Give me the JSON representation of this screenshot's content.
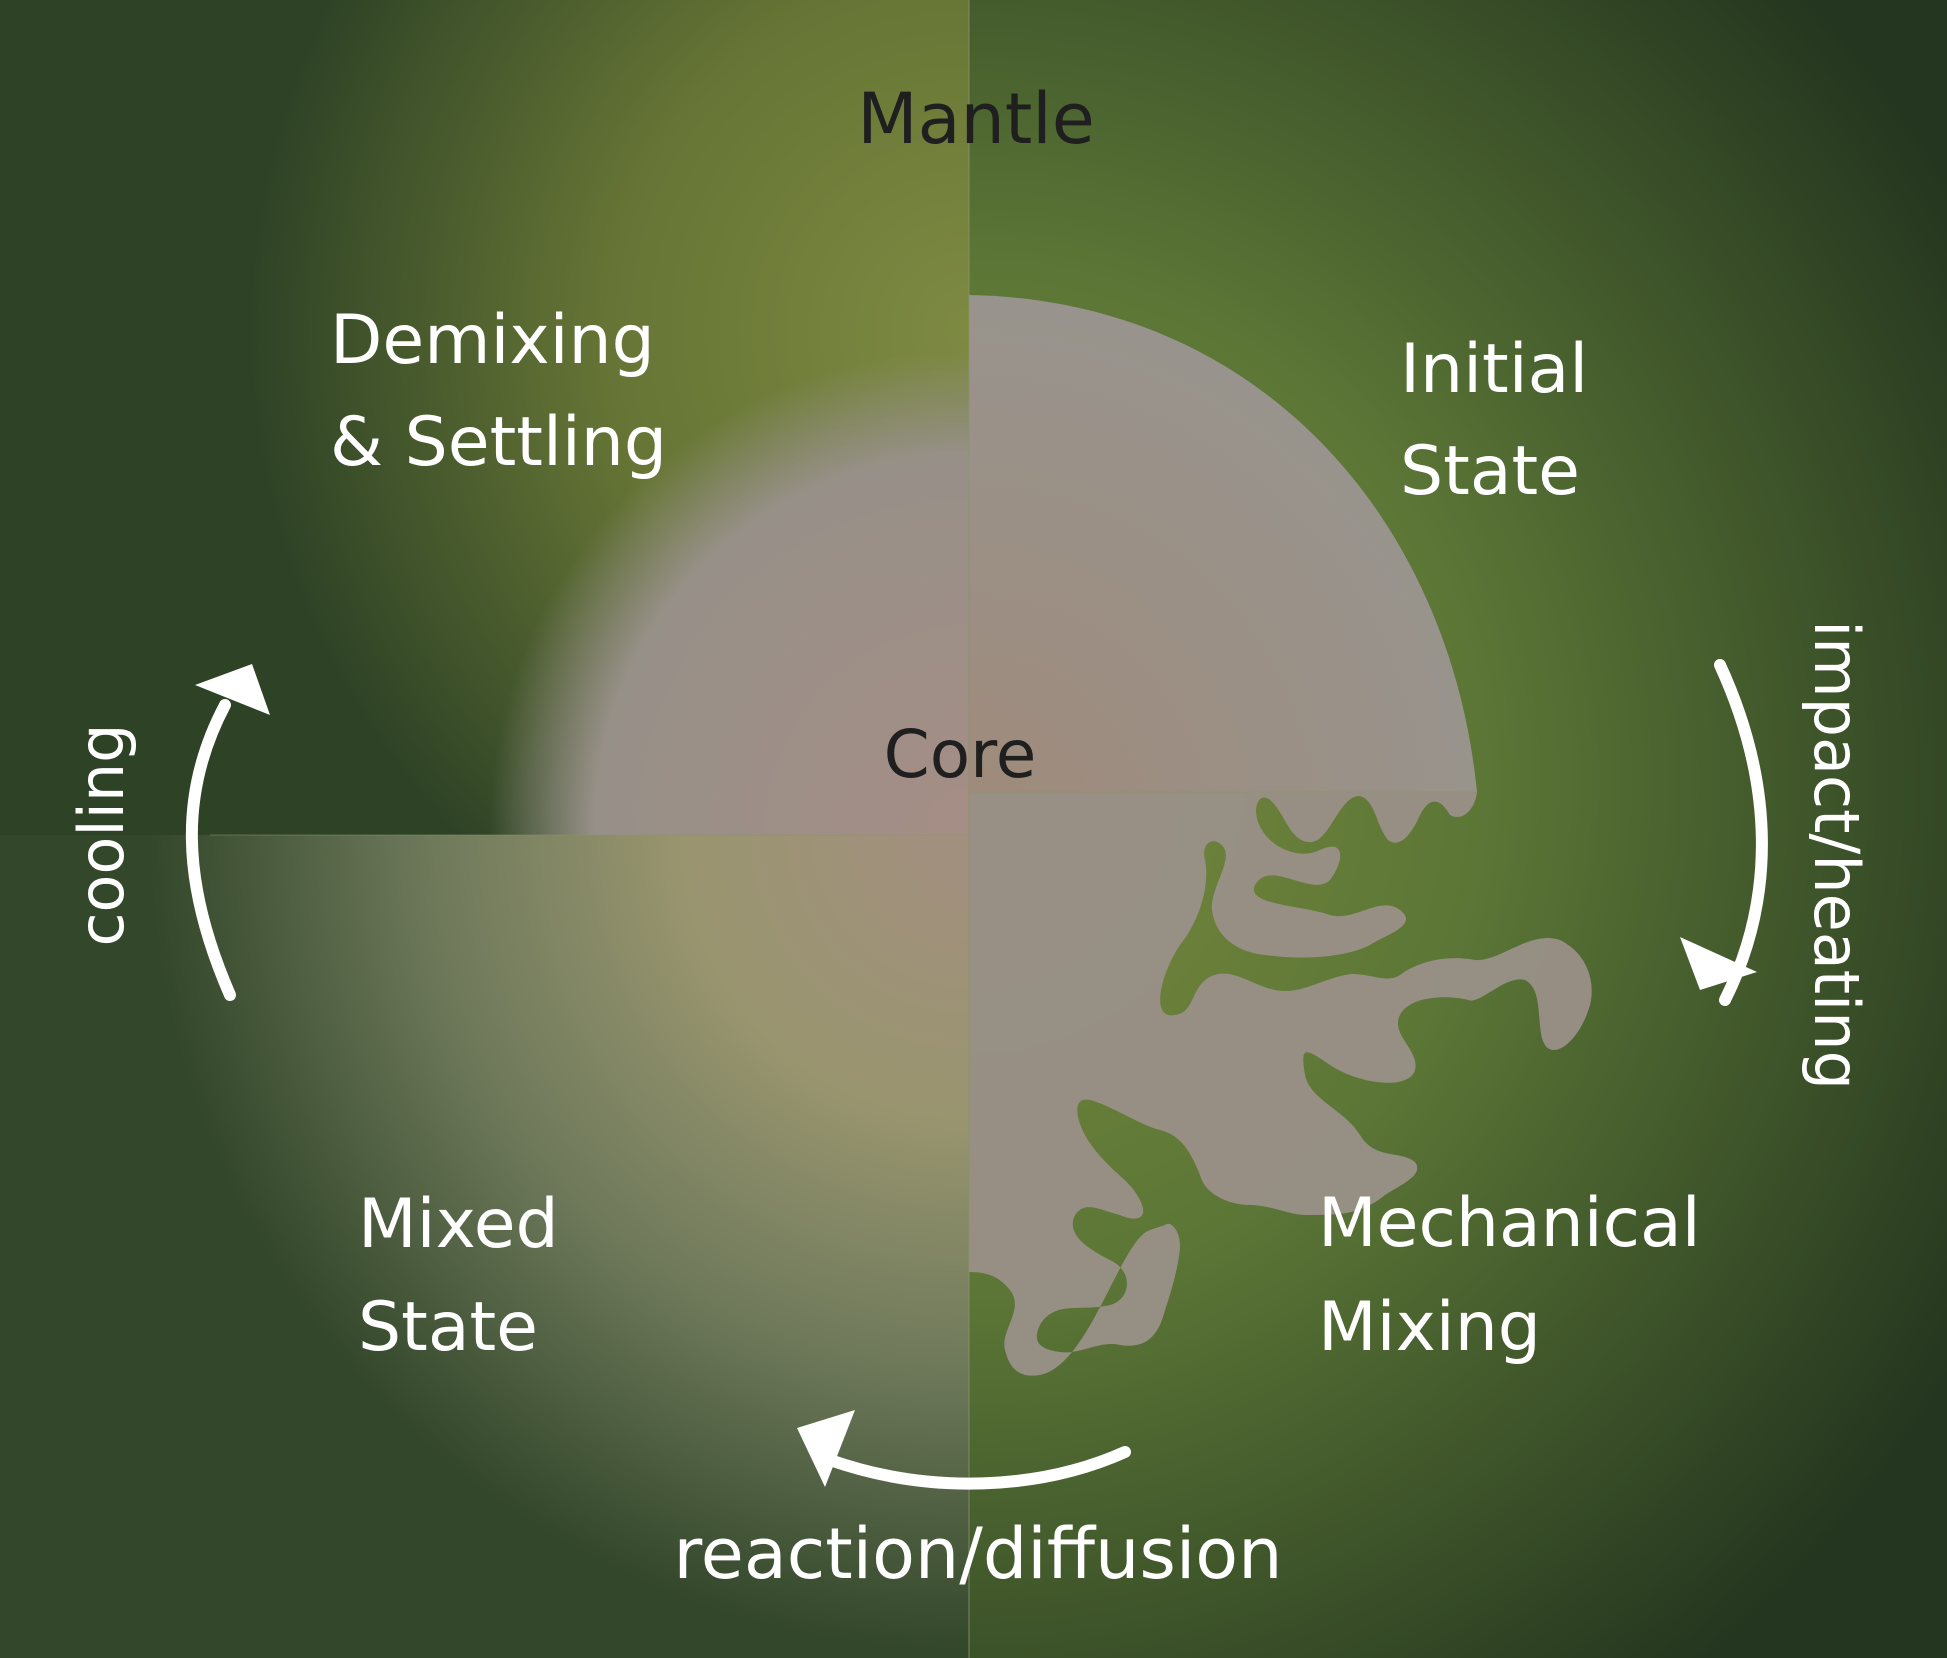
{
  "labels": {
    "mantle": "Mantle",
    "core": "Core",
    "initial_state_1": "Initial",
    "initial_state_2": "State",
    "demixing_1": "Demixing",
    "demixing_2": "& Settling",
    "mixed_1": "Mixed",
    "mixed_2": "State",
    "mechanical_1": "Mechanical",
    "mechanical_2": "Mixing"
  },
  "arrows": {
    "impact_heating": "impact/heating",
    "reaction_diffusion": "reaction/diffusion",
    "cooling": "cooling"
  },
  "colors": {
    "mantle_dark": "#2b3f27",
    "mantle_mid": "#5a7a3a",
    "mantle_light": "#7f8b3f",
    "core_grey": "#9a9088",
    "core_rose": "#a58f85",
    "mixed_tan": "#9a9573",
    "text_dark": "#1f1f1f",
    "text_light": "#ffffff"
  }
}
